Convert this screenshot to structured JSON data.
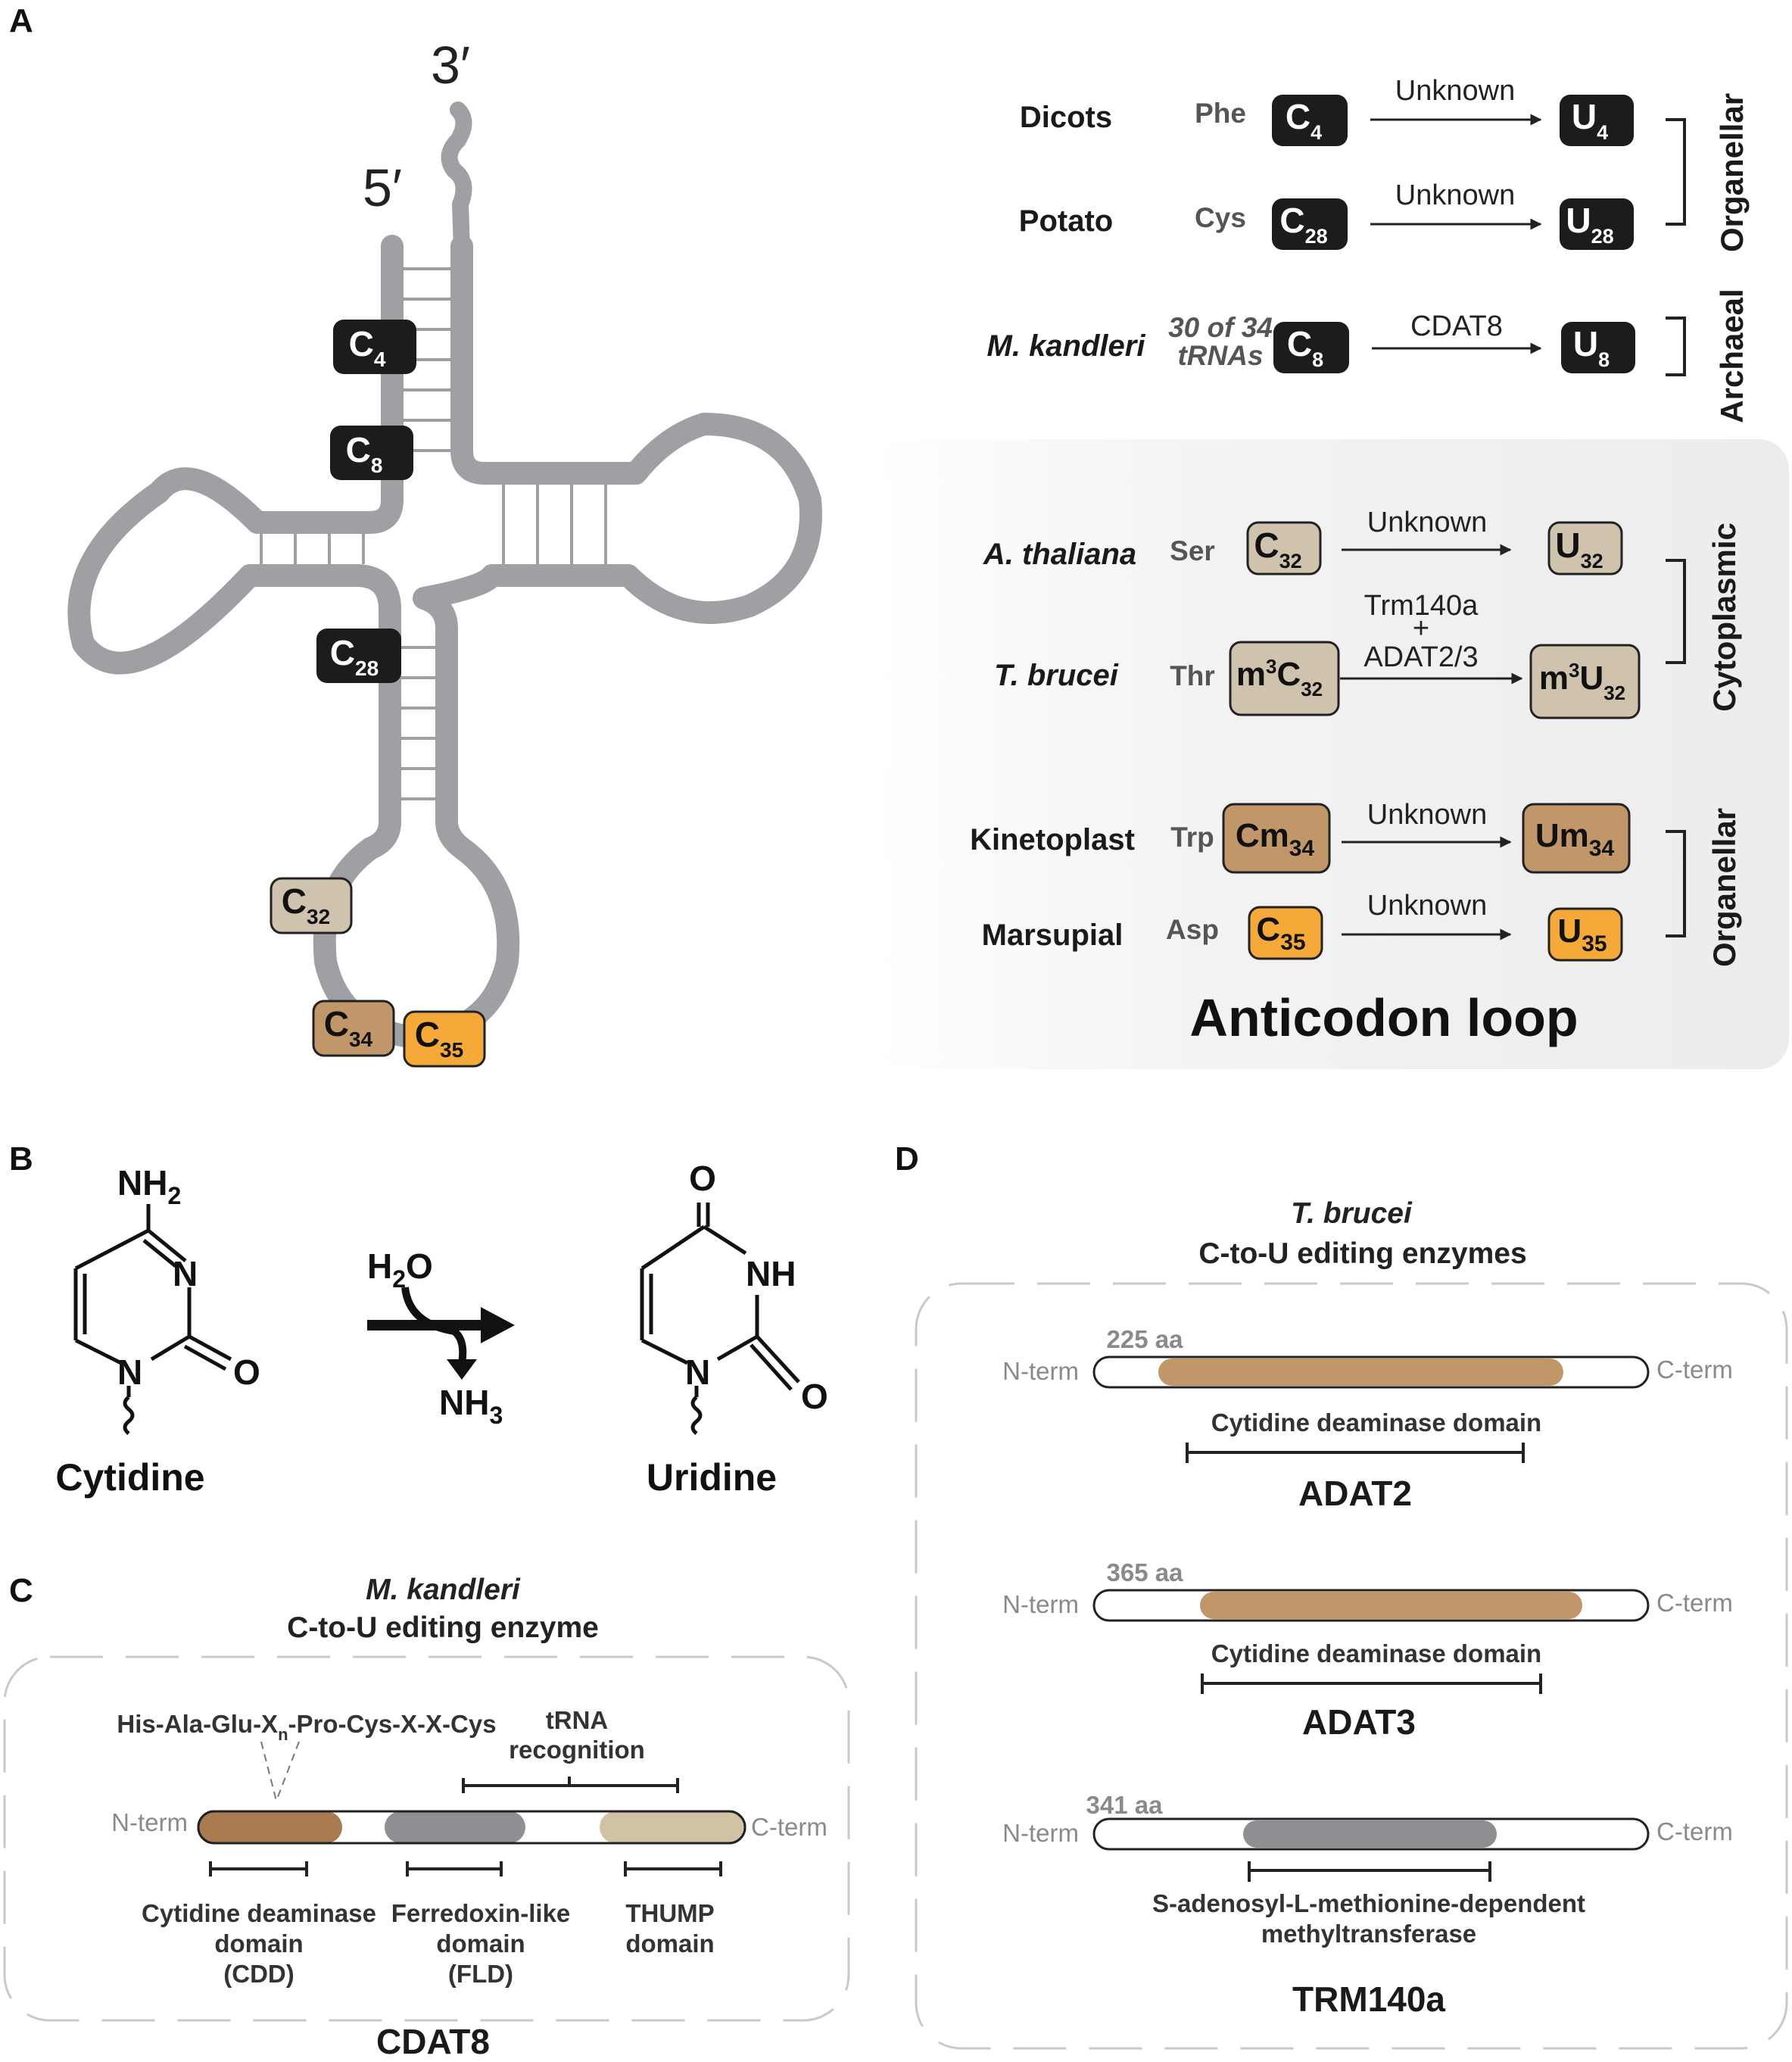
{
  "panels": {
    "a": "A",
    "b": "B",
    "c": "C",
    "d": "D"
  },
  "colors": {
    "black_box": "#1c1c1c",
    "tan_light": "#cfc3ad",
    "tan_mid": "#c19668",
    "orange": "#f4a938",
    "trna_gray": "#9ea0a3",
    "bg_panel": "#f1f1f2",
    "cdd_brown": "#a97b4f",
    "fld_gray": "#8d8f93",
    "thump_tan": "#d2c2a4"
  },
  "trna": {
    "end3": "3′",
    "end5": "5′",
    "sites": [
      {
        "b": "C",
        "s": "4"
      },
      {
        "b": "C",
        "s": "8"
      },
      {
        "b": "C",
        "s": "28"
      },
      {
        "b": "C",
        "s": "32"
      },
      {
        "b": "C",
        "s": "34"
      },
      {
        "b": "C",
        "s": "35"
      }
    ]
  },
  "edits": [
    {
      "organism": "Dicots",
      "aa": "Phe",
      "from": {
        "b": "C",
        "s": "4"
      },
      "enzyme": "Unknown",
      "to": {
        "b": "U",
        "s": "4"
      }
    },
    {
      "organism": "Potato",
      "aa": "Cys",
      "from": {
        "b": "C",
        "s": "28"
      },
      "enzyme": "Unknown",
      "to": {
        "b": "U",
        "s": "28"
      }
    },
    {
      "organism": "M. kandleri",
      "aa_line1": "30 of 34",
      "aa_line2": "tRNAs",
      "from": {
        "b": "C",
        "s": "8"
      },
      "enzyme": "CDAT8",
      "to": {
        "b": "U",
        "s": "8"
      }
    },
    {
      "organism": "A. thaliana",
      "aa": "Ser",
      "from": {
        "b": "C",
        "s": "32"
      },
      "enzyme": "Unknown",
      "to": {
        "b": "U",
        "s": "32"
      }
    },
    {
      "organism": "T. brucei",
      "aa": "Thr",
      "from": {
        "pre": "m",
        "sup": "3",
        "b": "C",
        "s": "32"
      },
      "enzyme_line1": "Trm140a",
      "enzyme_plus": "+",
      "enzyme_line2": "ADAT2/3",
      "to": {
        "pre": "m",
        "sup": "3",
        "b": "U",
        "s": "32"
      }
    },
    {
      "organism": "Kinetoplast",
      "aa": "Trp",
      "from": {
        "b": "Cm",
        "s": "34"
      },
      "enzyme": "Unknown",
      "to": {
        "b": "Um",
        "s": "34"
      }
    },
    {
      "organism": "Marsupial",
      "aa": "Asp",
      "from": {
        "b": "C",
        "s": "35"
      },
      "enzyme": "Unknown",
      "to": {
        "b": "U",
        "s": "35"
      }
    }
  ],
  "side_labels": {
    "organellar_top": "Organellar",
    "archaeal": "Archaeal",
    "cytoplasmic": "Cytoplasmic",
    "organellar_bottom": "Organellar"
  },
  "anticodon_title": "Anticodon loop",
  "reaction": {
    "nh2": "NH",
    "nh2_sub": "2",
    "n": "N",
    "o": "O",
    "h2o": "H",
    "h2o_sub": "2",
    "h2o_tail": "O",
    "nh3": "NH",
    "nh3_sub": "3",
    "nh": "NH",
    "cytidine": "Cytidine",
    "uridine": "Uridine"
  },
  "cdat8": {
    "organism": "M. kandleri",
    "subtitle": "C-to-U editing enzyme",
    "motif_a": "His-Ala-Glu-X",
    "motif_sub": "n",
    "motif_b": "-Pro-Cys-X-X-Cys",
    "trna_rec_1": "tRNA",
    "trna_rec_2": "recognition",
    "nterm": "N-term",
    "cterm": "C-term",
    "cdd": [
      "Cytidine deaminase",
      "domain",
      "(CDD)"
    ],
    "fld": [
      "Ferredoxin-like",
      "domain",
      "(FLD)"
    ],
    "thump": [
      "THUMP",
      "domain"
    ],
    "name": "CDAT8"
  },
  "tbrucei": {
    "organism": "T. brucei",
    "subtitle": "C-to-U editing enzymes",
    "proteins": [
      {
        "length": "225 aa",
        "nterm": "N-term",
        "cterm": "C-term",
        "domain": [
          "Cytidine deaminase domain"
        ],
        "name": "ADAT2"
      },
      {
        "length": "365 aa",
        "nterm": "N-term",
        "cterm": "C-term",
        "domain": [
          "Cytidine deaminase domain"
        ],
        "name": "ADAT3"
      },
      {
        "length": "341 aa",
        "nterm": "N-term",
        "cterm": "C-term",
        "domain": [
          "S-adenosyl-L-methionine-dependent",
          "methyltransferase"
        ],
        "name": "TRM140a"
      }
    ]
  }
}
